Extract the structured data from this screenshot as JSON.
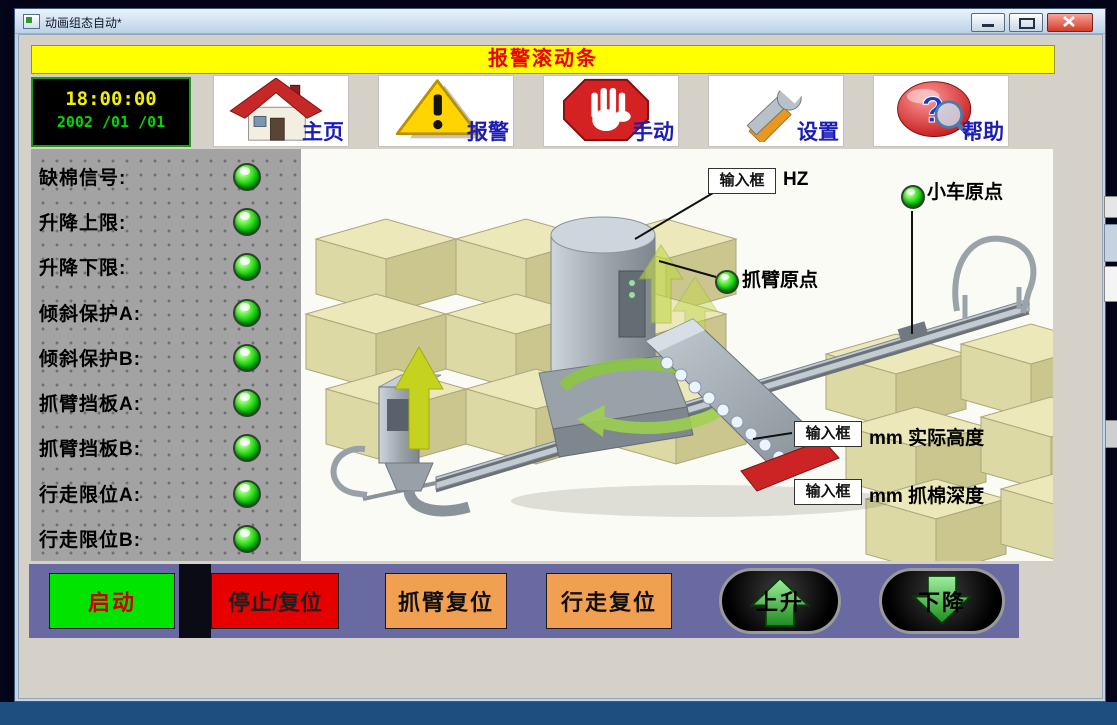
{
  "window": {
    "title": "动画组态自动*"
  },
  "alarm_banner": {
    "text": "报警滚动条"
  },
  "clock": {
    "time": "18:00:00",
    "date": "2002 /01 /01"
  },
  "toolbar": {
    "items": [
      {
        "label": "主页",
        "icon": "home-icon"
      },
      {
        "label": "报警",
        "icon": "alarm-icon"
      },
      {
        "label": "手动",
        "icon": "hand-stop-icon"
      },
      {
        "label": "设置",
        "icon": "wrench-icon"
      },
      {
        "label": "帮助",
        "icon": "help-icon"
      }
    ]
  },
  "status_panel": {
    "items": [
      {
        "label": "缺棉信号:",
        "led": "green"
      },
      {
        "label": "升降上限:",
        "led": "green"
      },
      {
        "label": "升降下限:",
        "led": "green"
      },
      {
        "label": "倾斜保护A:",
        "led": "green"
      },
      {
        "label": "倾斜保护B:",
        "led": "green"
      },
      {
        "label": "抓臂挡板A:",
        "led": "green"
      },
      {
        "label": "抓臂挡板B:",
        "led": "green"
      },
      {
        "label": "行走限位A:",
        "led": "green"
      },
      {
        "label": "行走限位B:",
        "led": "green"
      }
    ]
  },
  "diagram": {
    "freq_input": {
      "box_label": "输入框",
      "unit": "HZ"
    },
    "cart_origin": {
      "label": "小车原点",
      "led": "green"
    },
    "arm_origin": {
      "label": "抓臂原点",
      "led": "green"
    },
    "height_input": {
      "box_label": "输入框",
      "unit": "mm 实际高度"
    },
    "depth_input": {
      "box_label": "输入框",
      "unit": "mm 抓棉深度"
    }
  },
  "controls": {
    "buttons": [
      {
        "label": "启动"
      },
      {
        "label": "停止/复位"
      },
      {
        "label": "抓臂复位"
      },
      {
        "label": "行走复位"
      },
      {
        "label": "上升"
      },
      {
        "label": "下降"
      }
    ]
  },
  "icons": {
    "help_glyph": "?"
  },
  "colors": {
    "banner_bg": "#ffff00",
    "banner_text": "#ee0000",
    "led_green": "#22cc22",
    "start_green": "#00e400",
    "stop_red": "#e60000",
    "reset_orange": "#f0a050",
    "bar_slate": "#6a6aa2",
    "toolbar_label_blue": "#1c1cb8"
  }
}
